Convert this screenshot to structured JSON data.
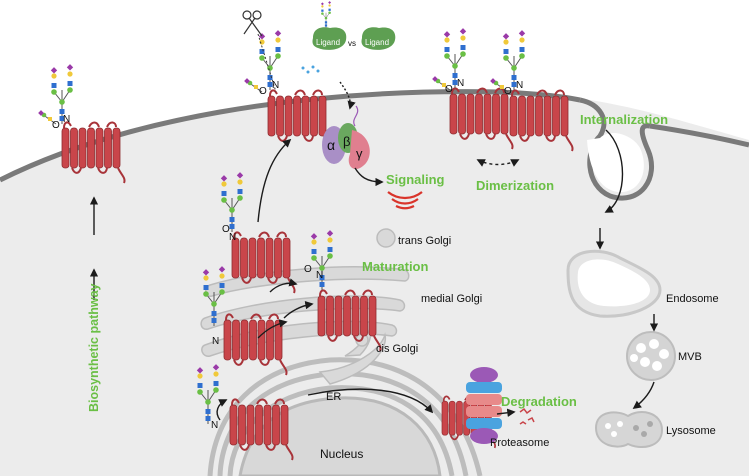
{
  "colors": {
    "membrane": "#7a7a7a",
    "cytoplasm": "#ececec",
    "receptor": "#c9454a",
    "accent_green": "#6abf45",
    "ligand_green": "#5e9f52",
    "alpha": "#a98fc6",
    "beta": "#6aa85f",
    "gamma": "#e07f8f",
    "signal_red": "#d9342b"
  },
  "labels": {
    "ligand_1": "Ligand",
    "vs": "vs",
    "ligand_2": "Ligand",
    "alpha": "α",
    "beta": "β",
    "gamma": "γ",
    "signaling": "Signaling",
    "dimerization": "Dimerization",
    "internalization": "Internalization",
    "trans_golgi": "trans Golgi",
    "maturation": "Maturation",
    "medial_golgi": "medial Golgi",
    "cis_golgi": "cis Golgi",
    "biosynthetic_pathway": "Biosynthetic pathway",
    "er": "ER",
    "degradation": "Degradation",
    "proteasome": "Proteasome",
    "nucleus": "Nucleus",
    "endosome": "Endosome",
    "mvb": "MVB",
    "lysosome": "Lysosome",
    "glycan_o": "O",
    "glycan_n": "N"
  }
}
